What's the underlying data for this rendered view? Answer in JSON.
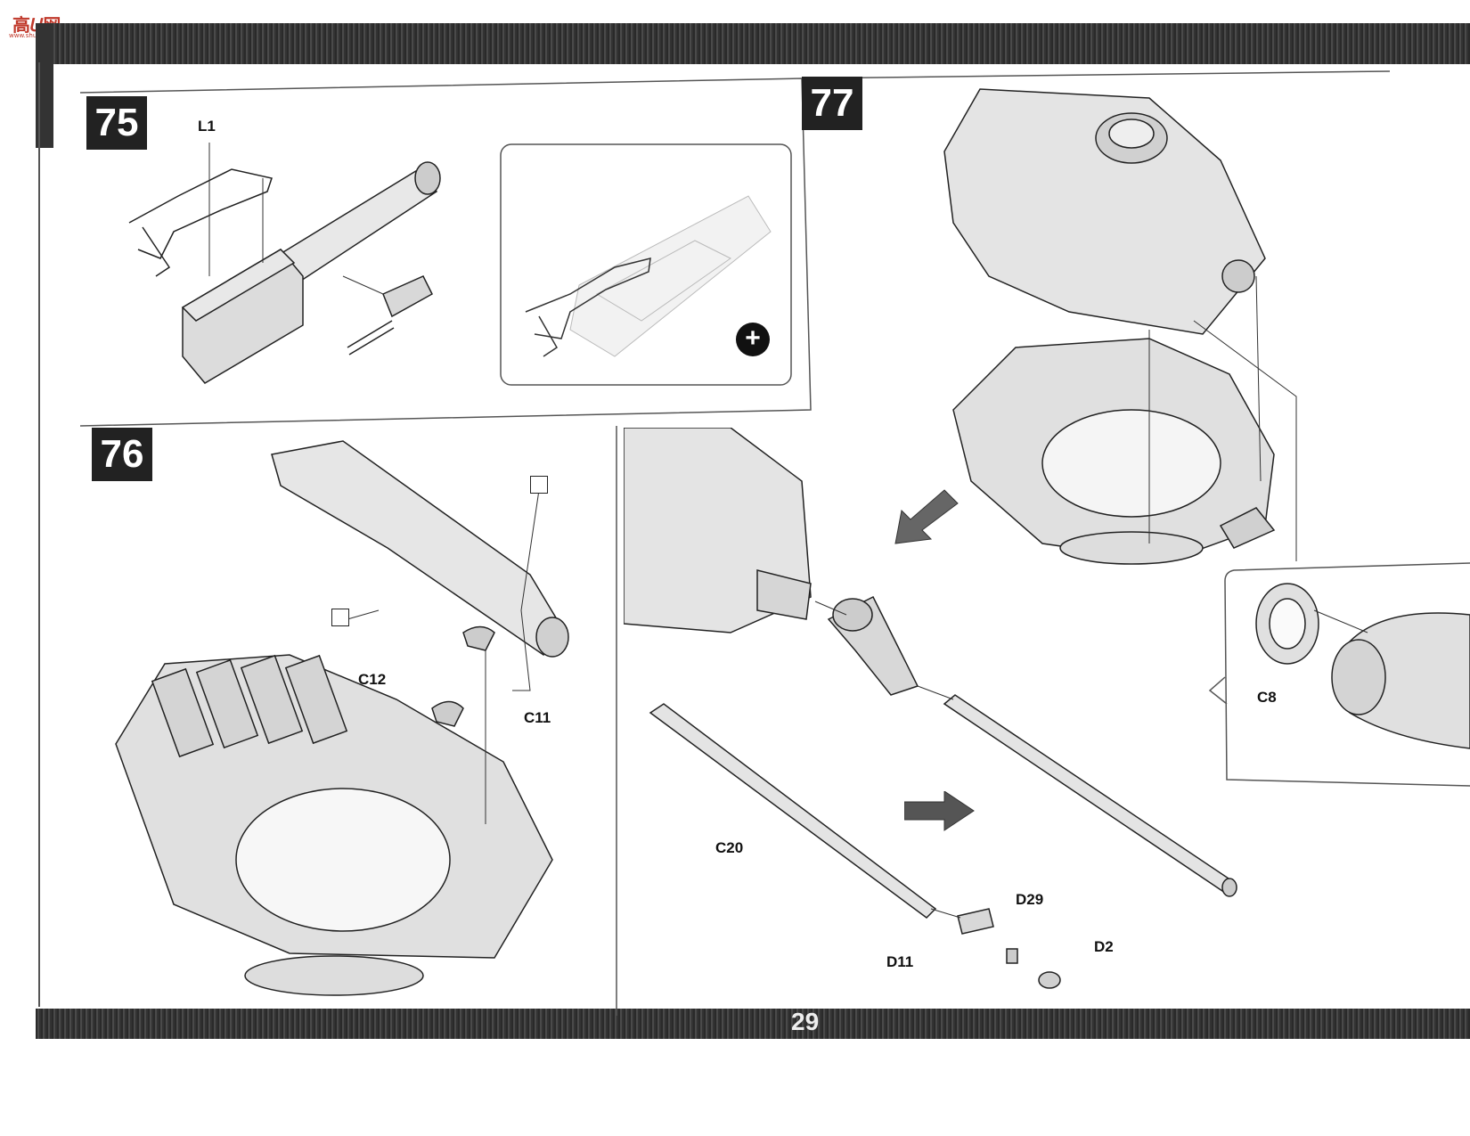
{
  "watermark": {
    "text": "高𝑈网",
    "subtext": "www.shuo.com"
  },
  "steps": [
    {
      "number": "75"
    },
    {
      "number": "76"
    },
    {
      "number": "77"
    }
  ],
  "part_labels": {
    "step75": [
      "L1"
    ],
    "step76": [
      "C12",
      "C11"
    ],
    "step77": [
      "C20",
      "D29",
      "D11",
      "D2",
      "C8"
    ]
  },
  "page_number": "29",
  "icons": {
    "zoom": "zoom-in-icon",
    "arrow_down_left": "arrow-down-left-icon",
    "arrow_right": "arrow-right-icon",
    "paint_code": "paint-code-icon"
  }
}
